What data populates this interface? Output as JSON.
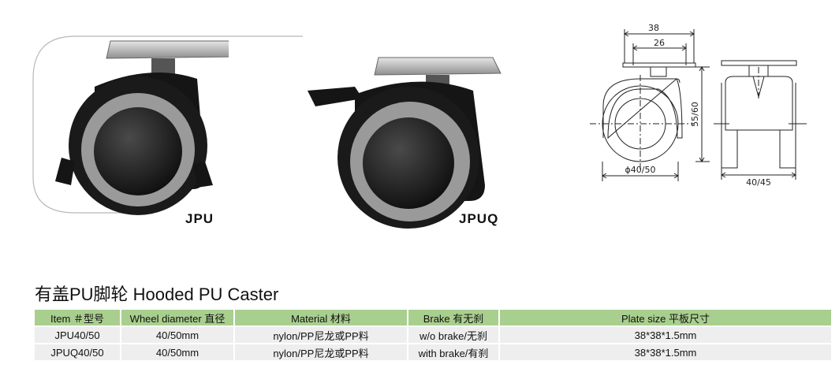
{
  "products": [
    {
      "model": "JPU"
    },
    {
      "model": "JPUQ"
    }
  ],
  "drawing": {
    "dim_plate_outer": "38",
    "dim_plate_holes": "26",
    "dim_height": "55/60",
    "dim_diameter": "ϕ40/50",
    "dim_width": "40/45"
  },
  "section_title": "有盖PU脚轮 Hooded PU Caster",
  "table": {
    "headers": [
      "Item ＃型号",
      "Wheel diameter 直径",
      "Material 材料",
      "Brake 有无刹",
      "Plate size 平板尺寸"
    ],
    "rows": [
      [
        "JPU40/50",
        "40/50mm",
        "nylon/PP尼龙或PP料",
        "w/o brake/无刹",
        "38*38*1.5mm"
      ],
      [
        "JPUQ40/50",
        "40/50mm",
        "nylon/PP尼龙或PP料",
        "with brake/有刹",
        "38*38*1.5mm"
      ]
    ]
  },
  "colors": {
    "header_green": "#a9cf8f",
    "cell_grey": "#eeeeee",
    "wheel_black": "#1a1a1a",
    "tread_grey": "#9a9a9a"
  }
}
